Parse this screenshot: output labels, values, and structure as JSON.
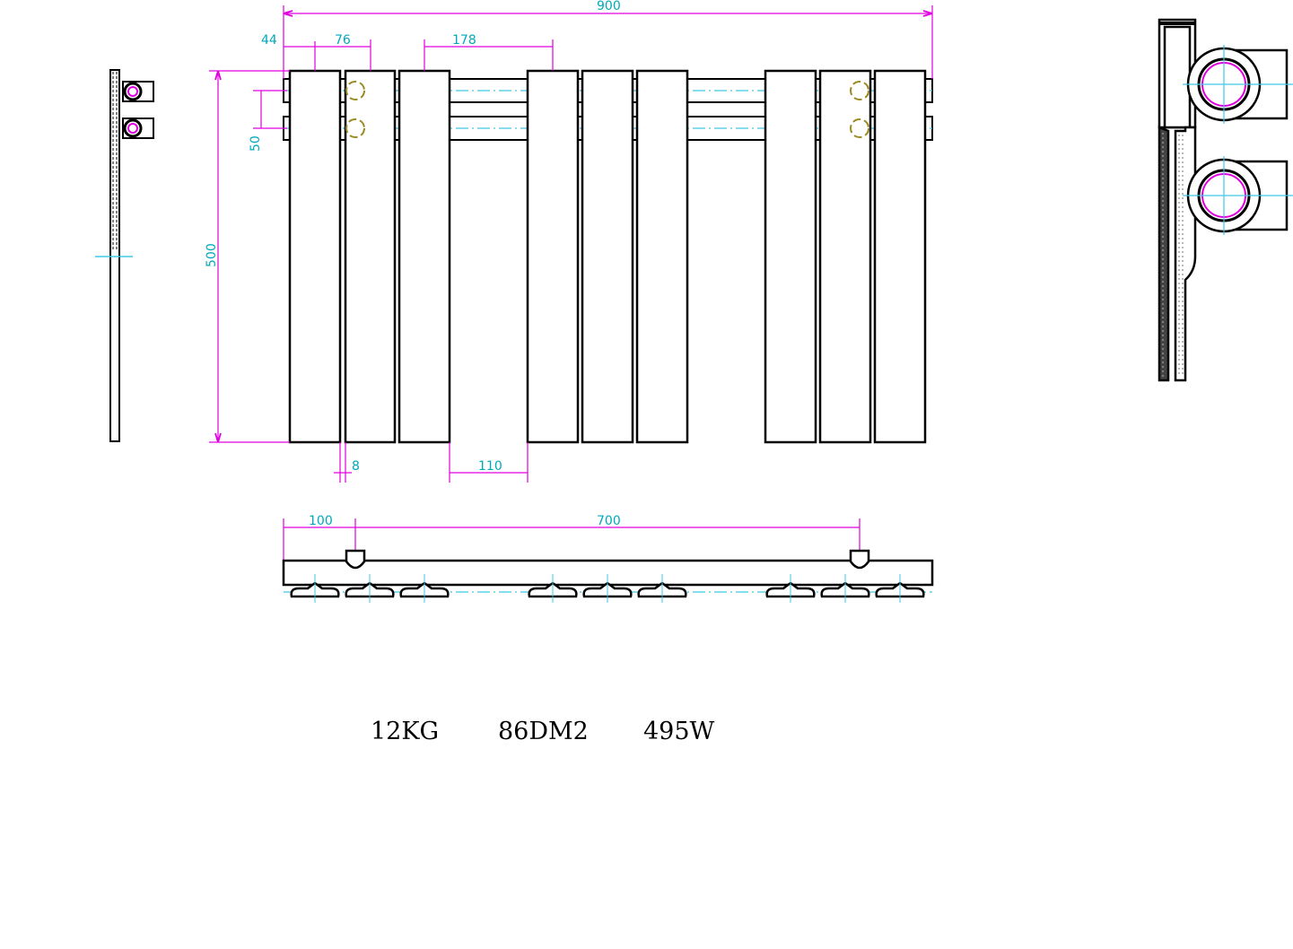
{
  "dimensions": {
    "overall_width": "900",
    "edge_offset": "44",
    "panel_pitch": "76",
    "group_spacing": "178",
    "height": "500",
    "connection_spacing": "50",
    "panel_gap": "8",
    "group_gap": "110",
    "bracket_offset": "100",
    "bracket_spacing": "700"
  },
  "specs": {
    "weight": "12KG",
    "area": "86DM2",
    "power": "495W"
  },
  "colors": {
    "outline": "#000000",
    "dimension_line": "#e000e0",
    "dimension_text": "#00a9b8",
    "center_line": "#40c8e8",
    "fitting": "#9a8a20"
  }
}
